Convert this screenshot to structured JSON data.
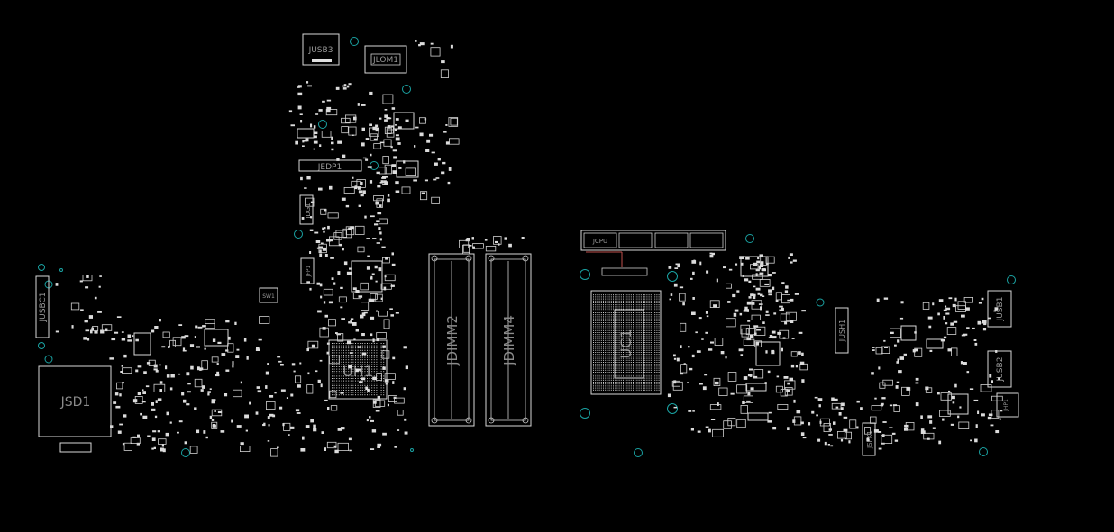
{
  "labels": {
    "jusb3": "JUSB3",
    "jlom1": "JLOM1",
    "jedp1": "JEDP1",
    "jdg1": "JDG1",
    "jfp1": "JFP1",
    "jdimm2": "JDIMM2",
    "jdimm4": "JDIMM4",
    "uh1": "UH1",
    "uc1": "UC1",
    "jsd1": "JSD1",
    "jusbc1": "JUSBC1",
    "jush1": "JUSH1",
    "jusb1": "JUSB1",
    "jusb2": "JUSB2",
    "jspk1": "JSPK1",
    "jhp1": "JHP1",
    "sw1": "SW1",
    "jcpu": "JCPU"
  },
  "colors": {
    "background": "#000000",
    "outline": "#d8d8d8",
    "label": "#9a9a9a",
    "mounting_hole": "#1aa3a3",
    "trace": "#c0504d"
  }
}
